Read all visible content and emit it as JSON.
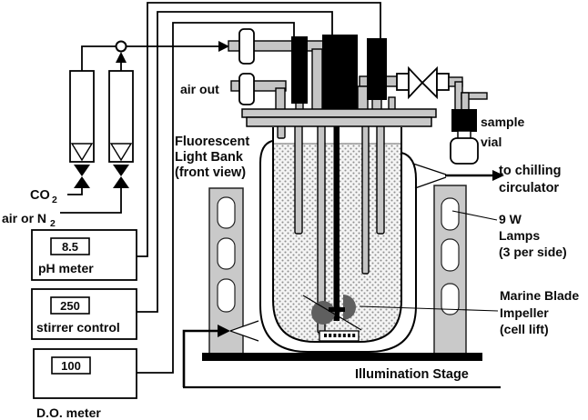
{
  "diagram": {
    "gas": {
      "co2_label": "CO",
      "co2_sub": "2",
      "air_label": "air or N",
      "air_sub": "2"
    },
    "meters": {
      "ph": {
        "value": "8.5",
        "label": "pH meter"
      },
      "stirrer": {
        "value": "250",
        "label": "stirrer control"
      },
      "do": {
        "value": "100",
        "label": "D.O. meter"
      }
    },
    "labels": {
      "light_bank": [
        "Fluorescent",
        "Light Bank",
        "(front view)"
      ],
      "air_out": "air out",
      "sample_vial": [
        "sample",
        "vial"
      ],
      "chilling": [
        "to chilling",
        "circulator"
      ],
      "lamps": [
        "9 W",
        "Lamps",
        "(3 per side)"
      ],
      "impeller": [
        "Marine Blade",
        "Impeller",
        "(cell lift)"
      ],
      "stage": "Illumination Stage"
    },
    "colors": {
      "stand": "#c9c9c9",
      "tube": "#c5c5c5",
      "plate": "#c9c9c9",
      "impeller": "#5f5f5f",
      "stipple_dot": "#8f8f8f",
      "stipple_bg": "#f4f4f4"
    }
  }
}
